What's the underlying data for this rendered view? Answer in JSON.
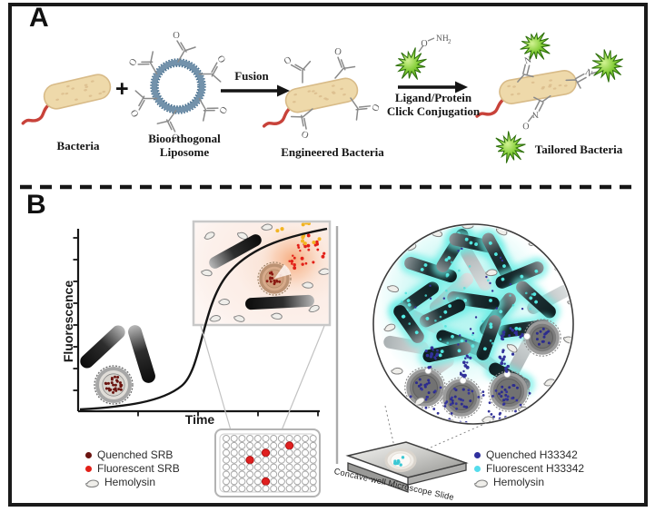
{
  "panel_a": {
    "label": "A",
    "plus_sign": "+",
    "captions": {
      "bacteria": "Bacteria",
      "liposome_line1": "Bioorthogonal",
      "liposome_line2": "Liposome",
      "engineered": "Engineered Bacteria",
      "tailored": "Tailored Bacteria"
    },
    "fusion_arrow_label": "Fusion",
    "conjugation_arrow_label_line1": "Ligand/Protein",
    "conjugation_arrow_label_line2": "Click Conjugation",
    "chem": {
      "oxygen": "O",
      "nitrogen": "N",
      "nh": "NH",
      "nh_subscript": "2"
    }
  },
  "panel_b": {
    "label": "B",
    "graph": {
      "ylabel": "Fluorescence",
      "xlabel": "Time"
    },
    "legend_left": [
      {
        "swatch": "quenched-srb-dot",
        "color": "#6b1410",
        "label": "Quenched SRB"
      },
      {
        "swatch": "fluorescent-srb-dot",
        "color": "#e22018",
        "label": "Fluorescent SRB"
      },
      {
        "swatch": "hemolysin-icon",
        "color": "#efeeea",
        "label": "Hemolysin"
      }
    ],
    "legend_right": [
      {
        "swatch": "quenched-h33342-dot",
        "color": "#2f2f9e",
        "label": "Quenched H33342"
      },
      {
        "swatch": "fluorescent-h33342-dot",
        "color": "#55dcec",
        "label": "Fluorescent H33342"
      },
      {
        "swatch": "hemolysin-icon",
        "color": "#efeeea",
        "label": "Hemolysin"
      }
    ],
    "slide_label": "Concave-well Microscope Slide",
    "microplate": {
      "rows": 8,
      "cols": 12,
      "red_well_positions": [
        [
          1,
          8
        ],
        [
          2,
          5
        ],
        [
          3,
          3
        ],
        [
          6,
          5
        ]
      ]
    }
  },
  "colors": {
    "frame": "#1a1a1a",
    "bacteria_body": "#eed9aa",
    "bacteria_edge": "#d8bb88",
    "bacteria_speckle": "#dcbe8e",
    "flagellum": "#c8423a",
    "liposome_ring": "#7392ab",
    "liposome_ring_dark": "#48708f",
    "star_green_dark": "#3c8a10",
    "star_green_light": "#d2f293",
    "arrow": "#141414",
    "curve": "#151515",
    "quenched_srb": "#6b1410",
    "fluorescent_srb": "#e22018",
    "yellow_dot": "#f2b422",
    "quenched_h33342": "#31319a",
    "fluorescent_h33342": "#52e0ea",
    "cyan_glow": "#9ff2ec",
    "orange_glow": "#f5813c",
    "hemolysin_fill": "#efeeea",
    "hemolysin_edge": "#818181",
    "gray_liposome": "#7c7c7c",
    "divider": "#ababab",
    "plate_red": "#e02020"
  }
}
